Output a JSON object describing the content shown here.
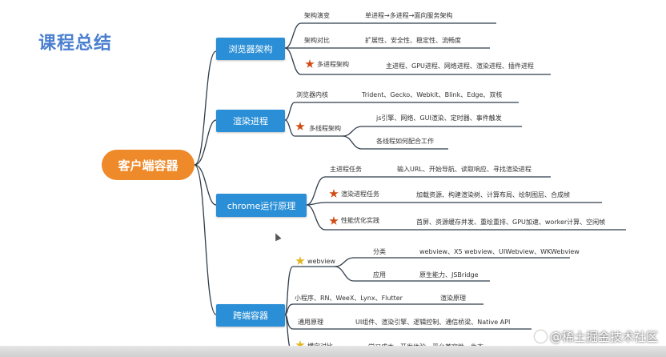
{
  "title": "课程总结",
  "root": {
    "label": "客户端容器"
  },
  "branches": {
    "browser_arch": {
      "label": "浏览器架构",
      "items": [
        {
          "label": "架构演变",
          "detail": "单进程→多进程→面向服务架构"
        },
        {
          "label": "架构对比",
          "detail": "扩展性、安全性、稳定性、流畅度"
        },
        {
          "label": "多进程架构",
          "detail": "主进程、GPU进程、网络进程、渲染进程、插件进程"
        }
      ]
    },
    "render_process": {
      "label": "渲染进程",
      "items": [
        {
          "label": "浏览器内核",
          "detail": "Trident、Gecko、Webkit、Blink、Edge、双核"
        },
        {
          "label": "多线程架构",
          "details": [
            "js引擎、网络、GUI渲染、定时器、事件触发",
            "各线程如何配合工作"
          ]
        }
      ]
    },
    "chrome_principle": {
      "label": "chrome运行原理",
      "items": [
        {
          "label": "主进程任务",
          "detail": "输入URL、开始导航、读取响应、寻找渲染进程"
        },
        {
          "label": "渲染进程任务",
          "detail": "加载资源、构建渲染树、计算布局、绘制图层、合成帧"
        },
        {
          "label": "性能优化实践",
          "detail": "首屏、资源缓存并发、重绘重排、GPU加速、worker计算、空闲帧"
        }
      ]
    },
    "cross_platform": {
      "label": "跨端容器",
      "items": [
        {
          "label": "webview",
          "subs": [
            {
              "label": "分类",
              "detail": "webview、X5 webview、UIWebview、WKWebview"
            },
            {
              "label": "应用",
              "detail": "原生能力、JSBridge"
            }
          ]
        },
        {
          "label": "小程序、RN、WeeX、Lynx、Flutter",
          "detail": "渲染原理"
        },
        {
          "label": "通用原理",
          "detail": "UI组件、渲染引擎、逻辑控制、通信桥梁、Native API"
        },
        {
          "label": "横向对比",
          "detail": "学习成本、开发体验、平台兼容性、生态"
        }
      ]
    }
  },
  "watermark": "@稀土掘金技术社区",
  "colors": {
    "title": "#4a7fd0",
    "root": "#ef8a2a",
    "branch": "#2a8fd6",
    "line": "#2f3c4a",
    "star_red": "#d04b14",
    "star_gold": "#e2b520"
  }
}
